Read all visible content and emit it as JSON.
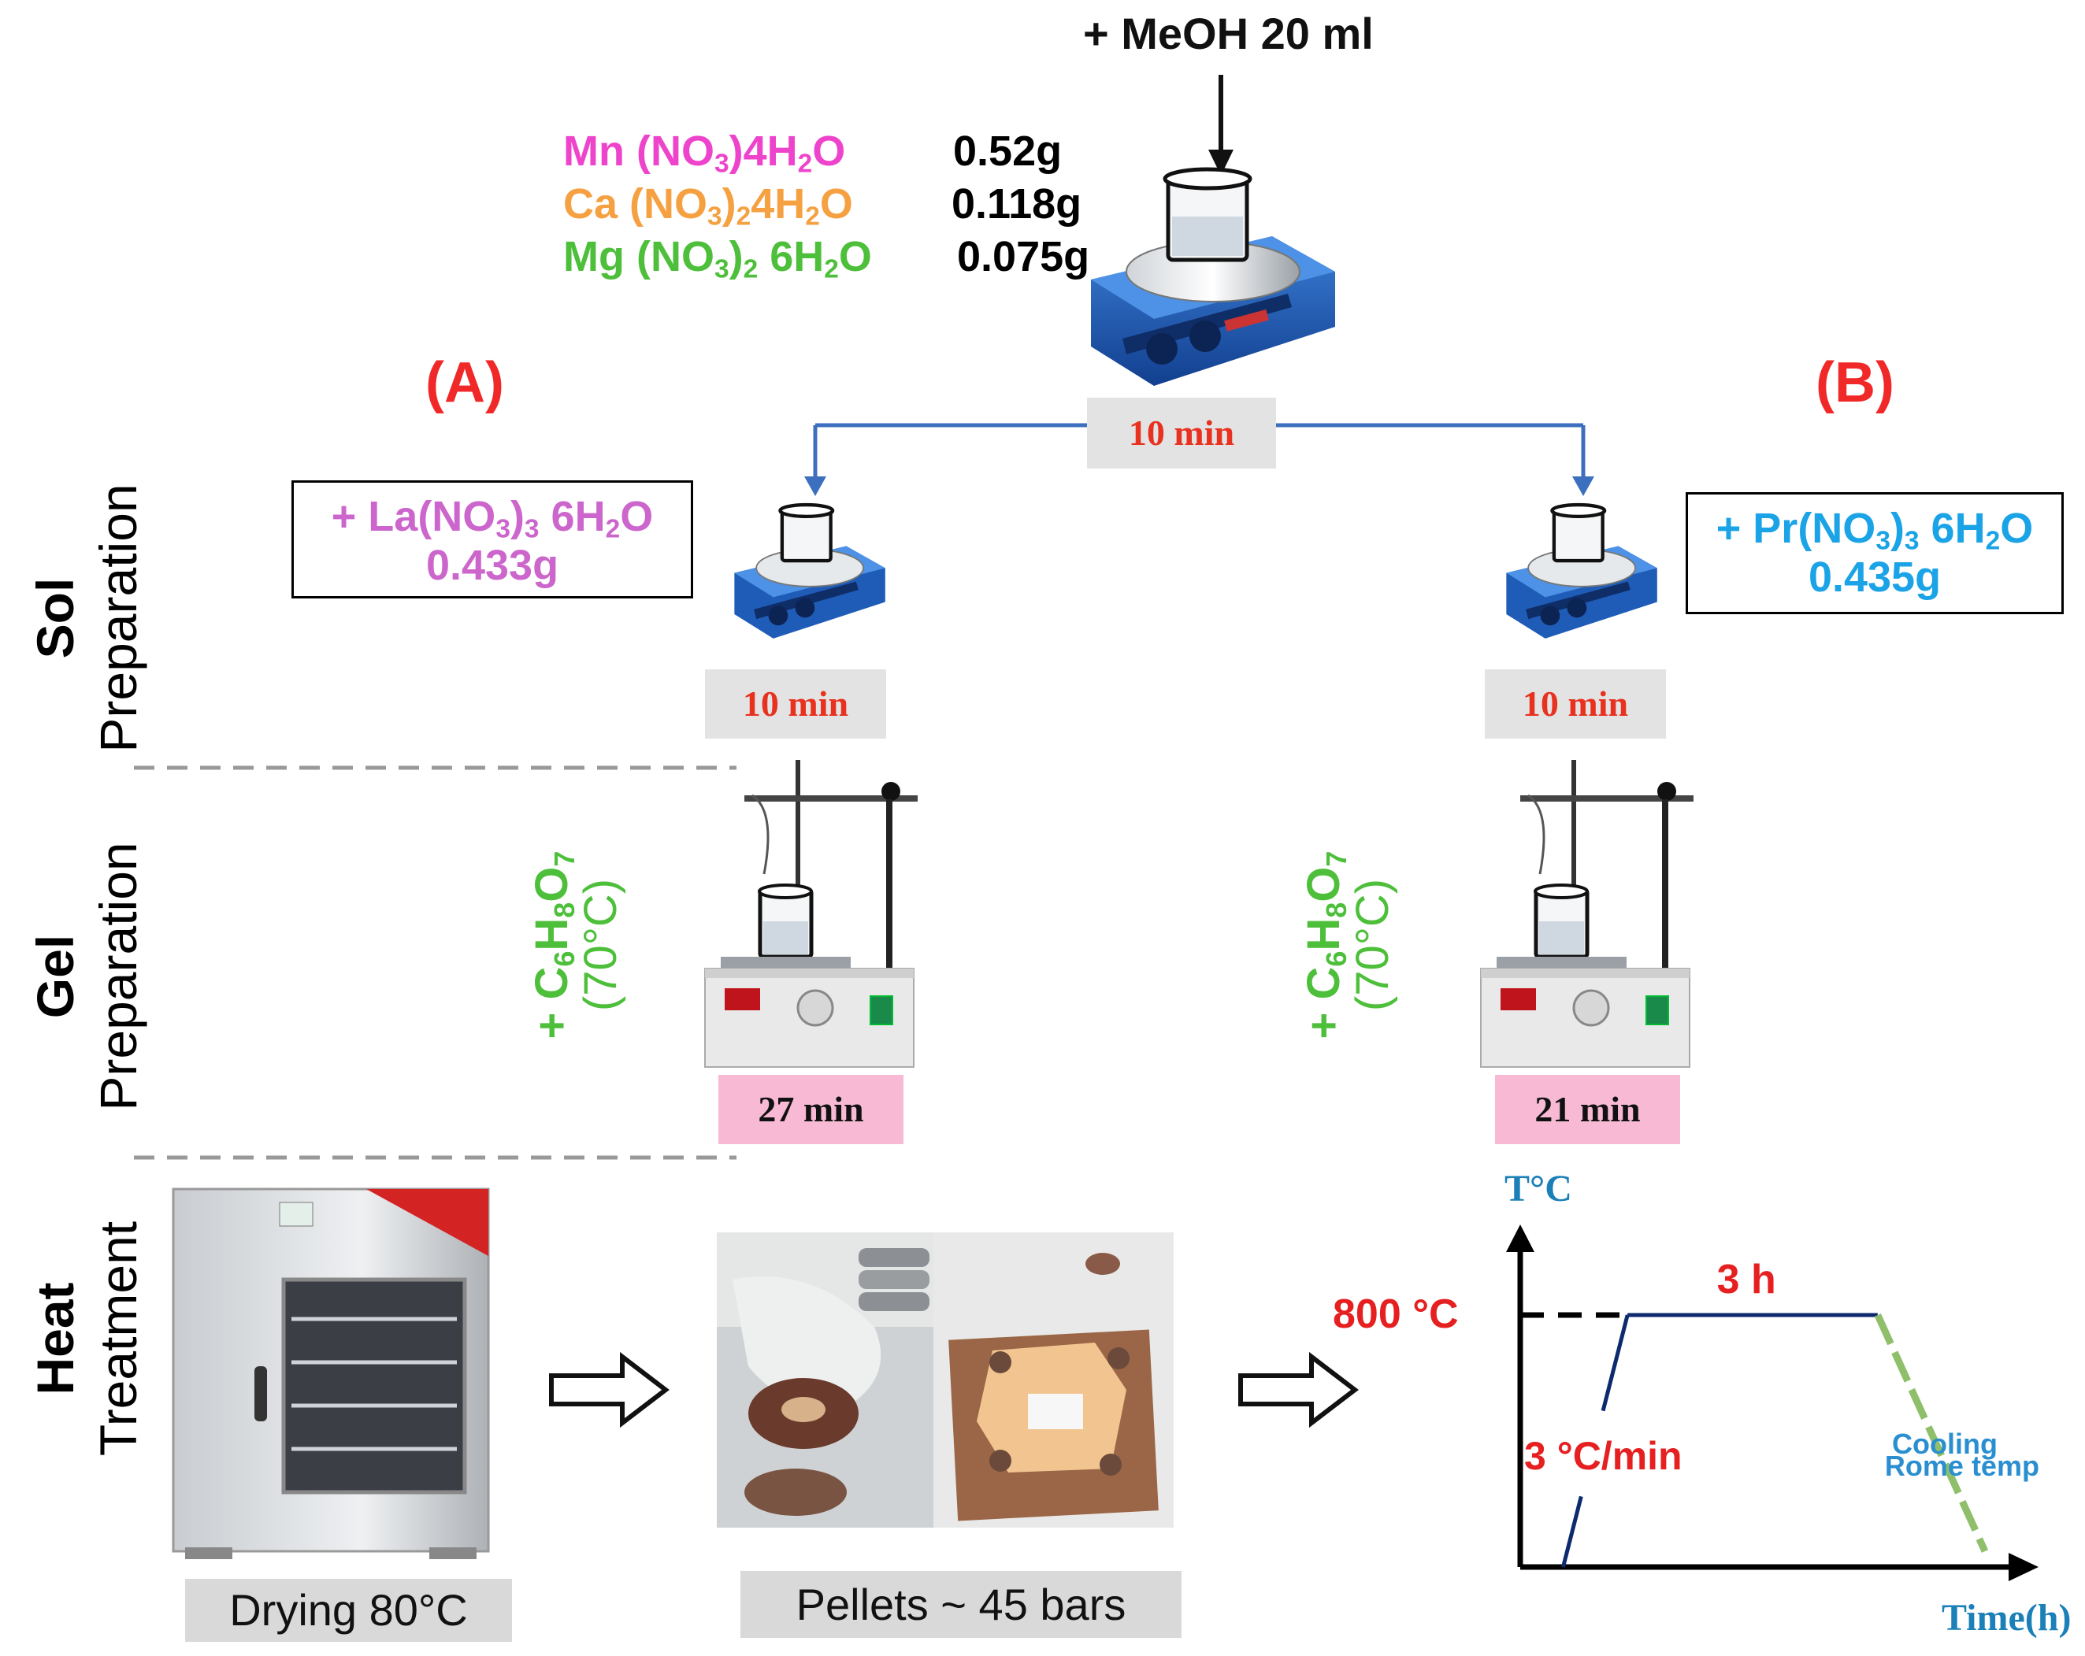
{
  "top_reagent": "+ MeOH 20 ml",
  "precursors": [
    {
      "name_parts": [
        "Mn (NO",
        "3",
        ")4H",
        "2",
        "O"
      ],
      "mass": "0.52g",
      "color": "#ee44cc"
    },
    {
      "name_parts": [
        "Ca (NO",
        "3",
        ")",
        "2",
        "4H",
        "2",
        "O"
      ],
      "mass": "0.118g",
      "color": "#f5a142"
    },
    {
      "name_parts": [
        "Mg (NO",
        "3",
        ")",
        "2",
        " 6H",
        "2",
        "O"
      ],
      "mass": "0.075g",
      "color": "#4dbf3a"
    }
  ],
  "route_labels": {
    "a": "(A)",
    "b": "(B)"
  },
  "times": {
    "split": "10 min",
    "sol_a": "10 min",
    "sol_b": "10 min",
    "gel_a": "27 min",
    "gel_b": "21 min"
  },
  "dopant_a": {
    "line1_parts": [
      "+ La(NO",
      "3",
      ")",
      "3",
      " 6H",
      "2",
      "O"
    ],
    "mass": "0.433g"
  },
  "dopant_b": {
    "line1_parts": [
      "+ Pr(NO",
      "3",
      ")",
      "3",
      " 6H",
      "2",
      "O"
    ],
    "mass": "0.435g"
  },
  "gel_reagent": {
    "parts": [
      "+ C",
      "6",
      "H",
      "8",
      "O",
      "7"
    ],
    "temp": "(70°C)"
  },
  "stages": [
    {
      "bold": "Sol",
      "normal": "Preparation"
    },
    {
      "bold": "Gel",
      "normal": "Preparation"
    },
    {
      "bold": "Heat",
      "normal": "Treatment"
    }
  ],
  "captions": {
    "drying": "Drying 80°C",
    "pellets": "Pellets ~ 45 bars"
  },
  "colors": {
    "flow_arrow": "#3d6fbf",
    "profile_line": "#0d2a6e",
    "cooling": "#8fbf6a",
    "axis_title": "#1b7fb8"
  },
  "chart_data": {
    "type": "line",
    "xlabel": "Time(h)",
    "ylabel": "T°C",
    "annotations": {
      "plateau_temp": "800 °C",
      "hold": "3 h",
      "ramp": "3 °C/min",
      "cooling": [
        "Cooling",
        "Rome temp"
      ]
    },
    "series": [
      {
        "segments": [
          "ramp",
          "hold",
          "cooling"
        ],
        "points": [
          [
            0.12,
            0
          ],
          [
            0.3,
            800
          ],
          [
            1.0,
            800
          ],
          [
            1.3,
            0
          ]
        ]
      }
    ]
  }
}
